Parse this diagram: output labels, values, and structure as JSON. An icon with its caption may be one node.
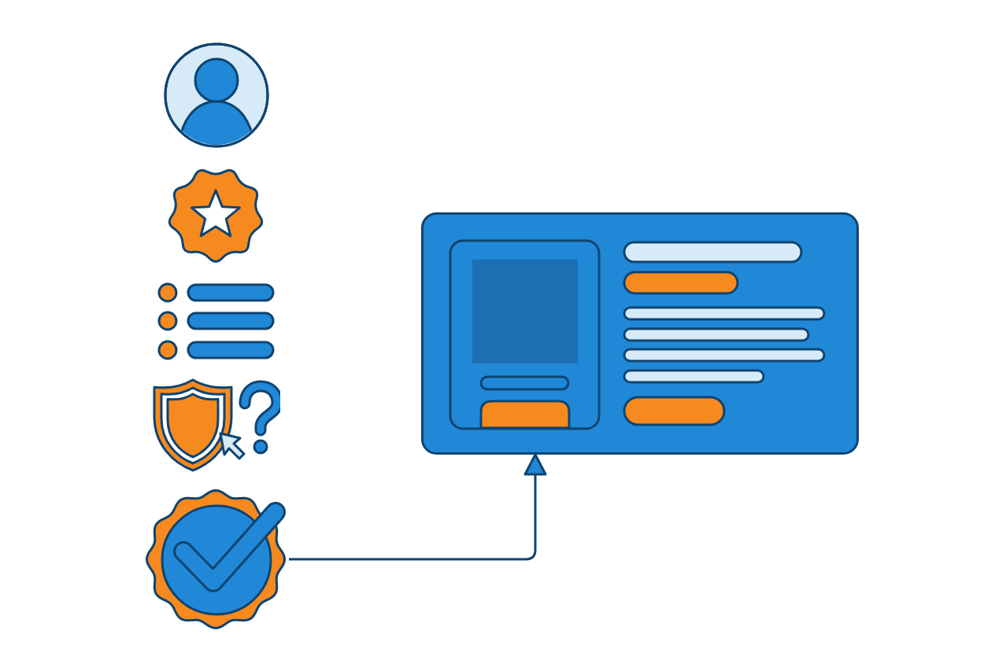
{
  "diagram": {
    "nodes": [
      {
        "text": [],
        "shape": "picture"
      },
      {
        "text": [],
        "shape": "picture"
      },
      {
        "text": [],
        "shape": "picture"
      },
      {
        "text": [],
        "shape": "picture"
      },
      {
        "text": [],
        "shape": "picture"
      },
      {
        "text": [],
        "shape": "picture"
      }
    ],
    "edges": [
      {
        "from": 4,
        "to": 5,
        "arrow": "to"
      }
    ]
  }
}
